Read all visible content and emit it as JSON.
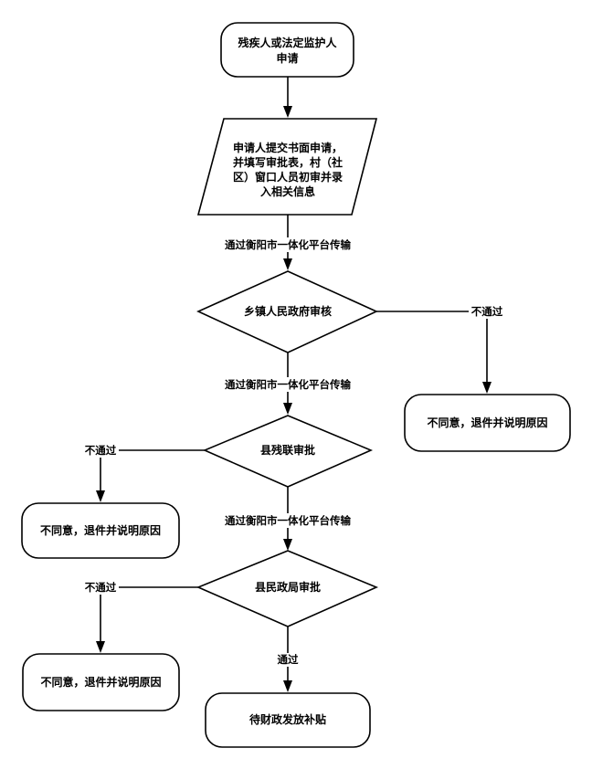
{
  "nodes": {
    "start": {
      "lines": [
        "残疾人或法定监护人",
        "申请"
      ]
    },
    "submit": {
      "lines": [
        "申请人提交书面申请，",
        "并填写审批表，村（社",
        "区）窗口人员初审并录",
        "入相关信息"
      ]
    },
    "township": {
      "lines": [
        "乡镇人民政府审核"
      ]
    },
    "county_disabled": {
      "lines": [
        "县残联审批"
      ]
    },
    "county_civil": {
      "lines": [
        "县民政局审批"
      ]
    },
    "reject_1": {
      "lines": [
        "不同意，退件并说明原因"
      ]
    },
    "reject_2": {
      "lines": [
        "不同意，退件并说明原因"
      ]
    },
    "reject_3": {
      "lines": [
        "不同意，退件并说明原因"
      ]
    },
    "end": {
      "lines": [
        "待财政发放补贴"
      ]
    }
  },
  "edges": {
    "transfer_1": "通过衡阳市一体化平台传输",
    "transfer_2": "通过衡阳市一体化平台传输",
    "transfer_3": "通过衡阳市一体化平台传输",
    "fail_township": "不通过",
    "fail_disabled": "不通过",
    "fail_civil": "不通过",
    "pass": "通过"
  }
}
